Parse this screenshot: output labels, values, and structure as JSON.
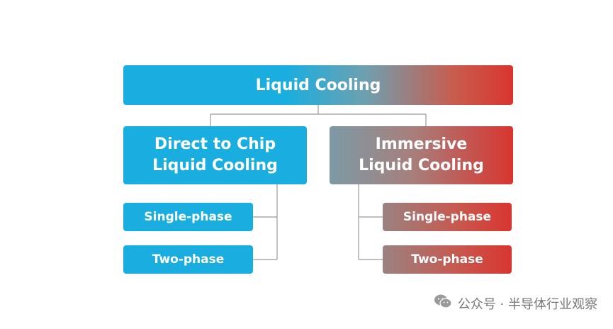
{
  "diagram": {
    "root": {
      "label": "Liquid Cooling"
    },
    "direct_to_chip": {
      "line1": "Direct to Chip",
      "line2": "Liquid Cooling",
      "children": [
        "Single-phase",
        "Two-phase"
      ]
    },
    "immersive": {
      "line1": "Immersive",
      "line2": "Liquid Cooling",
      "children": [
        "Single-phase",
        "Two-phase"
      ]
    }
  },
  "watermark": {
    "text": "公众号 · 半导体行业观察",
    "icon": "wechat-icon"
  },
  "colors": {
    "cyan": "#1aaee0",
    "red": "#d9352f",
    "connector": "#9a9a9a"
  }
}
